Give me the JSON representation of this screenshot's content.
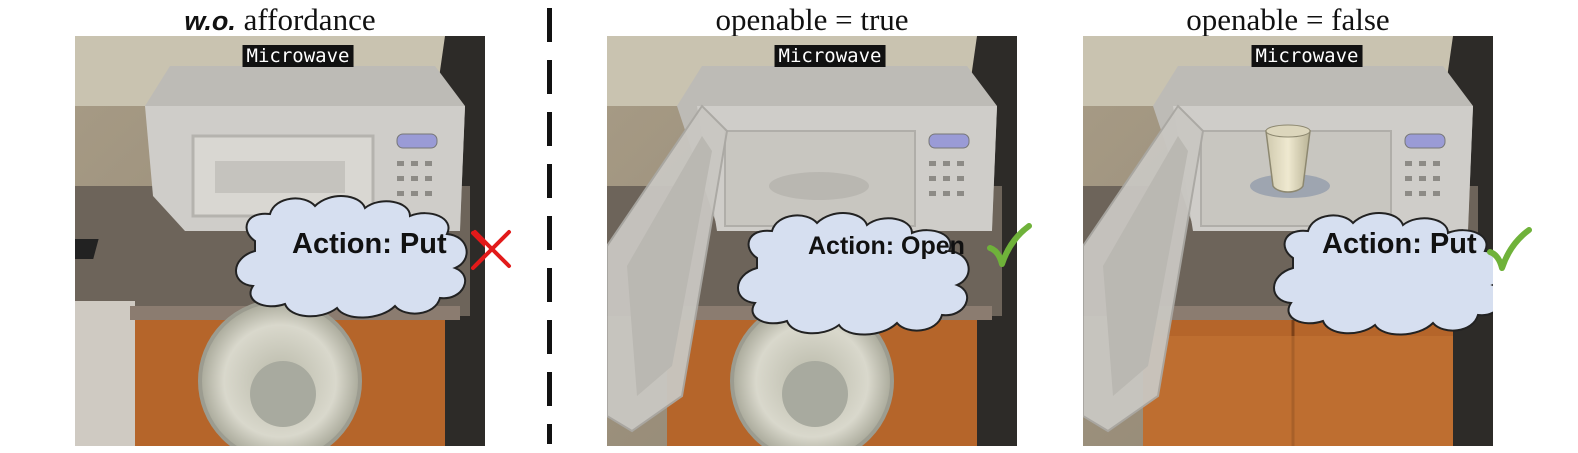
{
  "panels": [
    {
      "title_prefix": "w.o.",
      "title_text": " affordance",
      "object_label": "Microwave",
      "action_text": "Action: Put",
      "result_mark": "cross-icon",
      "result_color": "#e21a1a"
    },
    {
      "title_text": "openable = true",
      "object_label": "Microwave",
      "action_text": "Action: Open",
      "result_mark": "check-icon",
      "result_color": "#6fb23a"
    },
    {
      "title_text": "openable = false",
      "object_label": "Microwave",
      "action_text": "Action: Put",
      "result_mark": "check-icon",
      "result_color": "#6fb23a"
    }
  ],
  "colors": {
    "cloud_fill": "#d6dff0",
    "cloud_stroke": "#222222",
    "cabinet": "#b5652a",
    "counter": "#7a6a5c"
  }
}
